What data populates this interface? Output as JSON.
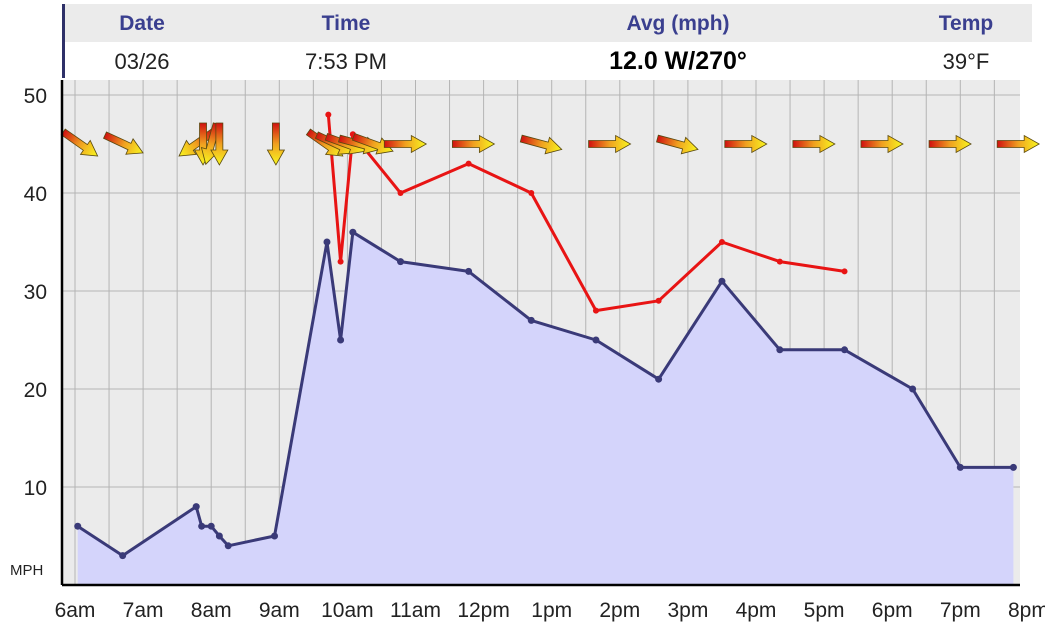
{
  "header": {
    "date_label": "Date",
    "time_label": "Time",
    "avg_label": "Avg (mph)",
    "temp_label": "Temp",
    "date_value": "03/26",
    "time_value": "7:53 PM",
    "avg_value": "12.0 W/270°",
    "temp_value": "39°F"
  },
  "chart_data": {
    "type": "area",
    "ylabel": "MPH",
    "ylim": [
      0,
      50
    ],
    "yticks": [
      10,
      20,
      30,
      40,
      50
    ],
    "xlim": [
      6,
      20
    ],
    "x_ticks": [
      6,
      7,
      8,
      9,
      10,
      11,
      12,
      13,
      14,
      15,
      16,
      17,
      18,
      19,
      20
    ],
    "x_tick_labels": [
      "6am",
      "7am",
      "8am",
      "9am",
      "10am",
      "11am",
      "12pm",
      "1pm",
      "2pm",
      "3pm",
      "4pm",
      "5pm",
      "6pm",
      "7pm",
      "8pm"
    ],
    "grid": true,
    "series": [
      {
        "kind": "area",
        "x": [
          6.04,
          6.7,
          7.78,
          7.86,
          8.0,
          8.12,
          8.25,
          8.93,
          9.7,
          9.9,
          10.08,
          10.78,
          11.78,
          12.7,
          13.65,
          14.57,
          15.5,
          16.35,
          17.3,
          18.3,
          19.0,
          19.78
        ],
        "values": [
          6,
          3,
          8,
          6,
          6,
          5,
          4,
          5,
          35,
          25,
          36,
          33,
          32,
          27,
          25,
          21,
          31,
          24,
          24,
          20,
          12,
          12
        ],
        "color": "#3a3a78",
        "fill": "#d4d4fb"
      },
      {
        "kind": "line",
        "x": [
          9.72,
          9.9,
          10.08,
          10.78,
          11.78,
          12.7,
          13.65,
          14.57,
          15.5,
          16.35,
          17.3
        ],
        "values": [
          48,
          33,
          46,
          40,
          43,
          40,
          28,
          29,
          35,
          33,
          32
        ],
        "color": "#e81414"
      }
    ],
    "wind_arrows": [
      {
        "x": 6.08,
        "deg": 35
      },
      {
        "x": 6.72,
        "deg": 25
      },
      {
        "x": 7.78,
        "deg": 145
      },
      {
        "x": 7.88,
        "deg": 90
      },
      {
        "x": 8.0,
        "deg": 105
      },
      {
        "x": 8.12,
        "deg": 90
      },
      {
        "x": 8.95,
        "deg": 90
      },
      {
        "x": 9.68,
        "deg": 35
      },
      {
        "x": 9.83,
        "deg": 25
      },
      {
        "x": 9.98,
        "deg": 20
      },
      {
        "x": 10.18,
        "deg": 15
      },
      {
        "x": 10.38,
        "deg": 20
      },
      {
        "x": 10.85,
        "deg": 0
      },
      {
        "x": 11.85,
        "deg": 0
      },
      {
        "x": 12.85,
        "deg": 15
      },
      {
        "x": 13.85,
        "deg": 0
      },
      {
        "x": 14.85,
        "deg": 15
      },
      {
        "x": 15.85,
        "deg": 0
      },
      {
        "x": 16.85,
        "deg": 0
      },
      {
        "x": 17.85,
        "deg": 0
      },
      {
        "x": 18.85,
        "deg": 0
      },
      {
        "x": 19.85,
        "deg": 0
      }
    ],
    "arrow_y": 45
  }
}
